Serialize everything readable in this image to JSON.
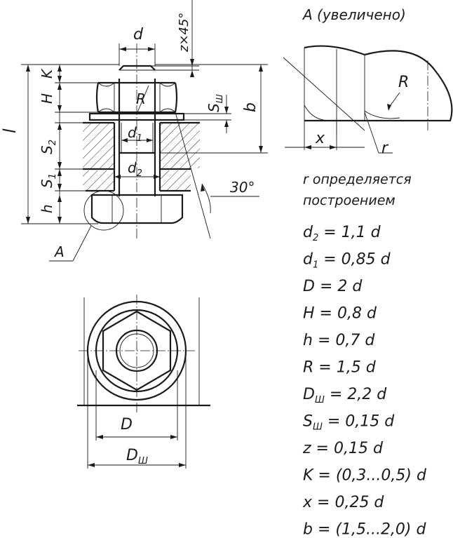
{
  "view_a_title": "А (увеличено)",
  "labels": {
    "d": "d",
    "chamfer": "z×45°",
    "l": "l",
    "k": "K",
    "h_nut": "H",
    "s2": "S",
    "s2_sub": "2",
    "s1": "S",
    "s1_sub": "1",
    "h": "h",
    "r_nut": "R",
    "s_washer": "S",
    "s_washer_sub": "Ш",
    "b": "b",
    "d1": "d",
    "d1_sub": "1",
    "d2": "d",
    "d2_sub": "2",
    "angle": "30°",
    "leader_a": "А",
    "r_detail": "R",
    "x_detail": "x",
    "r_small": "r",
    "plan_D": "D",
    "plan_Dw": "D",
    "plan_Dw_sub": "Ш"
  },
  "note_lines": [
    "r определяется",
    "построением"
  ],
  "formulas": [
    {
      "sym": "d",
      "sub": "2",
      "rhs": " = 1,1 d"
    },
    {
      "sym": "d",
      "sub": "1",
      "rhs": " = 0,85 d"
    },
    {
      "sym": "D",
      "sub": "",
      "rhs": " = 2 d"
    },
    {
      "sym": "H",
      "sub": "",
      "rhs": " = 0,8 d"
    },
    {
      "sym": "h",
      "sub": "",
      "rhs": " = 0,7 d"
    },
    {
      "sym": "R",
      "sub": "",
      "rhs": " = 1,5 d"
    },
    {
      "sym": "D",
      "sub": "Ш",
      "rhs": " = 2,2 d"
    },
    {
      "sym": "S",
      "sub": "Ш",
      "rhs": " = 0,15 d"
    },
    {
      "sym": "z",
      "sub": "",
      "rhs": " = 0,15 d"
    },
    {
      "sym": "K",
      "sub": "",
      "rhs": " = (0,3...0,5) d"
    },
    {
      "sym": "x",
      "sub": "",
      "rhs": " = 0,25 d"
    },
    {
      "sym": "b",
      "sub": "",
      "rhs": " = (1,5...2,0) d"
    }
  ]
}
